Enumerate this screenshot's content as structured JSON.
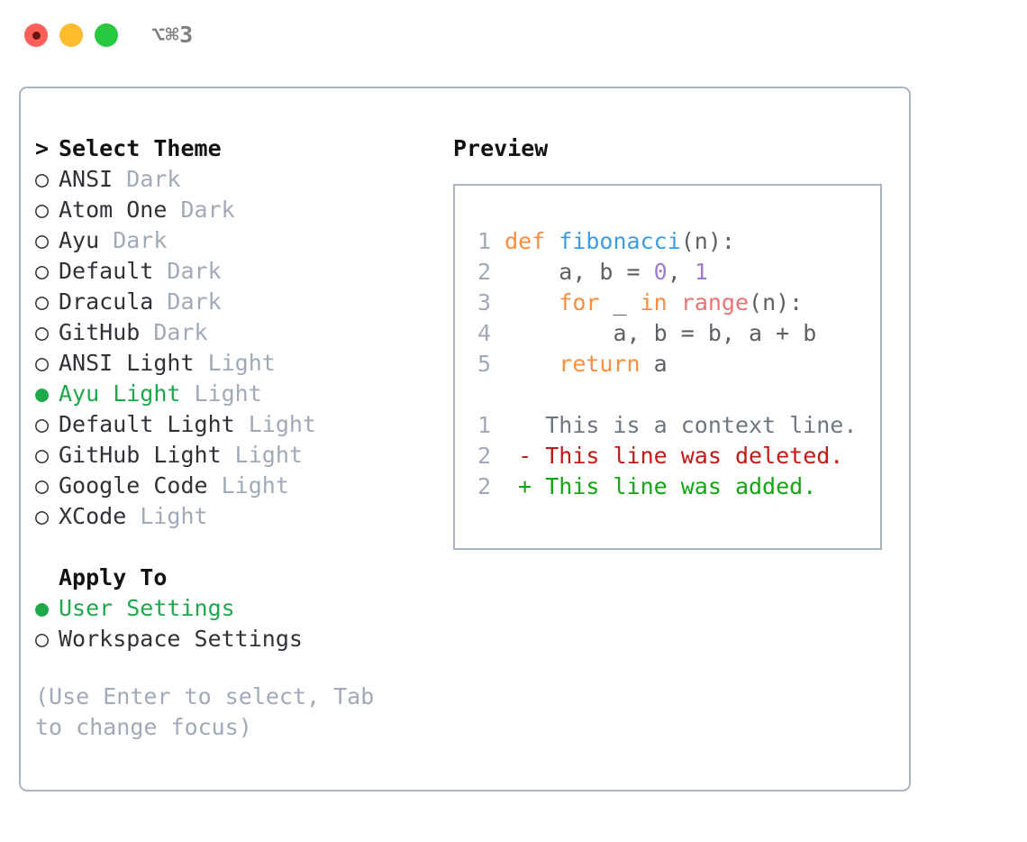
{
  "window": {
    "shortcut_label": "⌥⌘3",
    "controls": [
      {
        "name": "close",
        "color": "#fc5f58"
      },
      {
        "name": "minimize",
        "color": "#febc2e"
      },
      {
        "name": "maximize",
        "color": "#28c840"
      }
    ]
  },
  "theme_section": {
    "marker": ">",
    "title": "Select Theme",
    "options": [
      {
        "bullet": "○",
        "label": "ANSI",
        "category": "Dark",
        "selected": false
      },
      {
        "bullet": "○",
        "label": "Atom One",
        "category": "Dark",
        "selected": false
      },
      {
        "bullet": "○",
        "label": "Ayu",
        "category": "Dark",
        "selected": false
      },
      {
        "bullet": "○",
        "label": "Default",
        "category": "Dark",
        "selected": false
      },
      {
        "bullet": "○",
        "label": "Dracula",
        "category": "Dark",
        "selected": false
      },
      {
        "bullet": "○",
        "label": "GitHub",
        "category": "Dark",
        "selected": false
      },
      {
        "bullet": "○",
        "label": "ANSI Light",
        "category": "Light",
        "selected": false
      },
      {
        "bullet": "●",
        "label": "Ayu Light",
        "category": "Light",
        "selected": true
      },
      {
        "bullet": "○",
        "label": "Default Light",
        "category": "Light",
        "selected": false
      },
      {
        "bullet": "○",
        "label": "GitHub Light",
        "category": "Light",
        "selected": false
      },
      {
        "bullet": "○",
        "label": "Google Code",
        "category": "Light",
        "selected": false
      },
      {
        "bullet": "○",
        "label": "XCode",
        "category": "Light",
        "selected": false
      }
    ]
  },
  "apply_section": {
    "marker": " ",
    "title": "Apply To",
    "options": [
      {
        "bullet": "●",
        "label": "User Settings",
        "selected": true
      },
      {
        "bullet": "○",
        "label": "Workspace Settings",
        "selected": false
      }
    ]
  },
  "hint": "(Use Enter to select, Tab to change focus)",
  "preview": {
    "title": "Preview",
    "code_lines": [
      {
        "number": "1",
        "tokens": [
          {
            "text": "def ",
            "kind": "kw"
          },
          {
            "text": "fibonacci",
            "kind": "fn"
          },
          {
            "text": "(n):",
            "kind": "txt"
          }
        ]
      },
      {
        "number": "2",
        "tokens": [
          {
            "text": "    a, b = ",
            "kind": "txt"
          },
          {
            "text": "0",
            "kind": "num"
          },
          {
            "text": ", ",
            "kind": "txt"
          },
          {
            "text": "1",
            "kind": "num"
          }
        ]
      },
      {
        "number": "3",
        "tokens": [
          {
            "text": "    ",
            "kind": "txt"
          },
          {
            "text": "for",
            "kind": "kw"
          },
          {
            "text": " _ ",
            "kind": "txt"
          },
          {
            "text": "in",
            "kind": "kw"
          },
          {
            "text": " ",
            "kind": "txt"
          },
          {
            "text": "range",
            "kind": "call"
          },
          {
            "text": "(n):",
            "kind": "txt"
          }
        ]
      },
      {
        "number": "4",
        "tokens": [
          {
            "text": "        a, b = b, a + b",
            "kind": "txt"
          }
        ]
      },
      {
        "number": "5",
        "tokens": [
          {
            "text": "    ",
            "kind": "txt"
          },
          {
            "text": "return",
            "kind": "kw"
          },
          {
            "text": " a",
            "kind": "txt"
          }
        ]
      }
    ],
    "diff_lines": [
      {
        "number": "1",
        "sign": " ",
        "text": "This is a context line.",
        "kind": "ctx"
      },
      {
        "number": "2",
        "sign": "-",
        "text": "This line was deleted.",
        "kind": "del"
      },
      {
        "number": "2",
        "sign": "+",
        "text": "This line was added.",
        "kind": "add"
      }
    ]
  },
  "colors": {
    "accent_green": "#1fa84a",
    "muted": "#a0aab8",
    "border": "#aab3c0",
    "keyword": "#fa8d3e",
    "function": "#399ee6",
    "number": "#a37acc",
    "call": "#f07171",
    "diff_delete": "#c41a16",
    "diff_add": "#13a613"
  }
}
